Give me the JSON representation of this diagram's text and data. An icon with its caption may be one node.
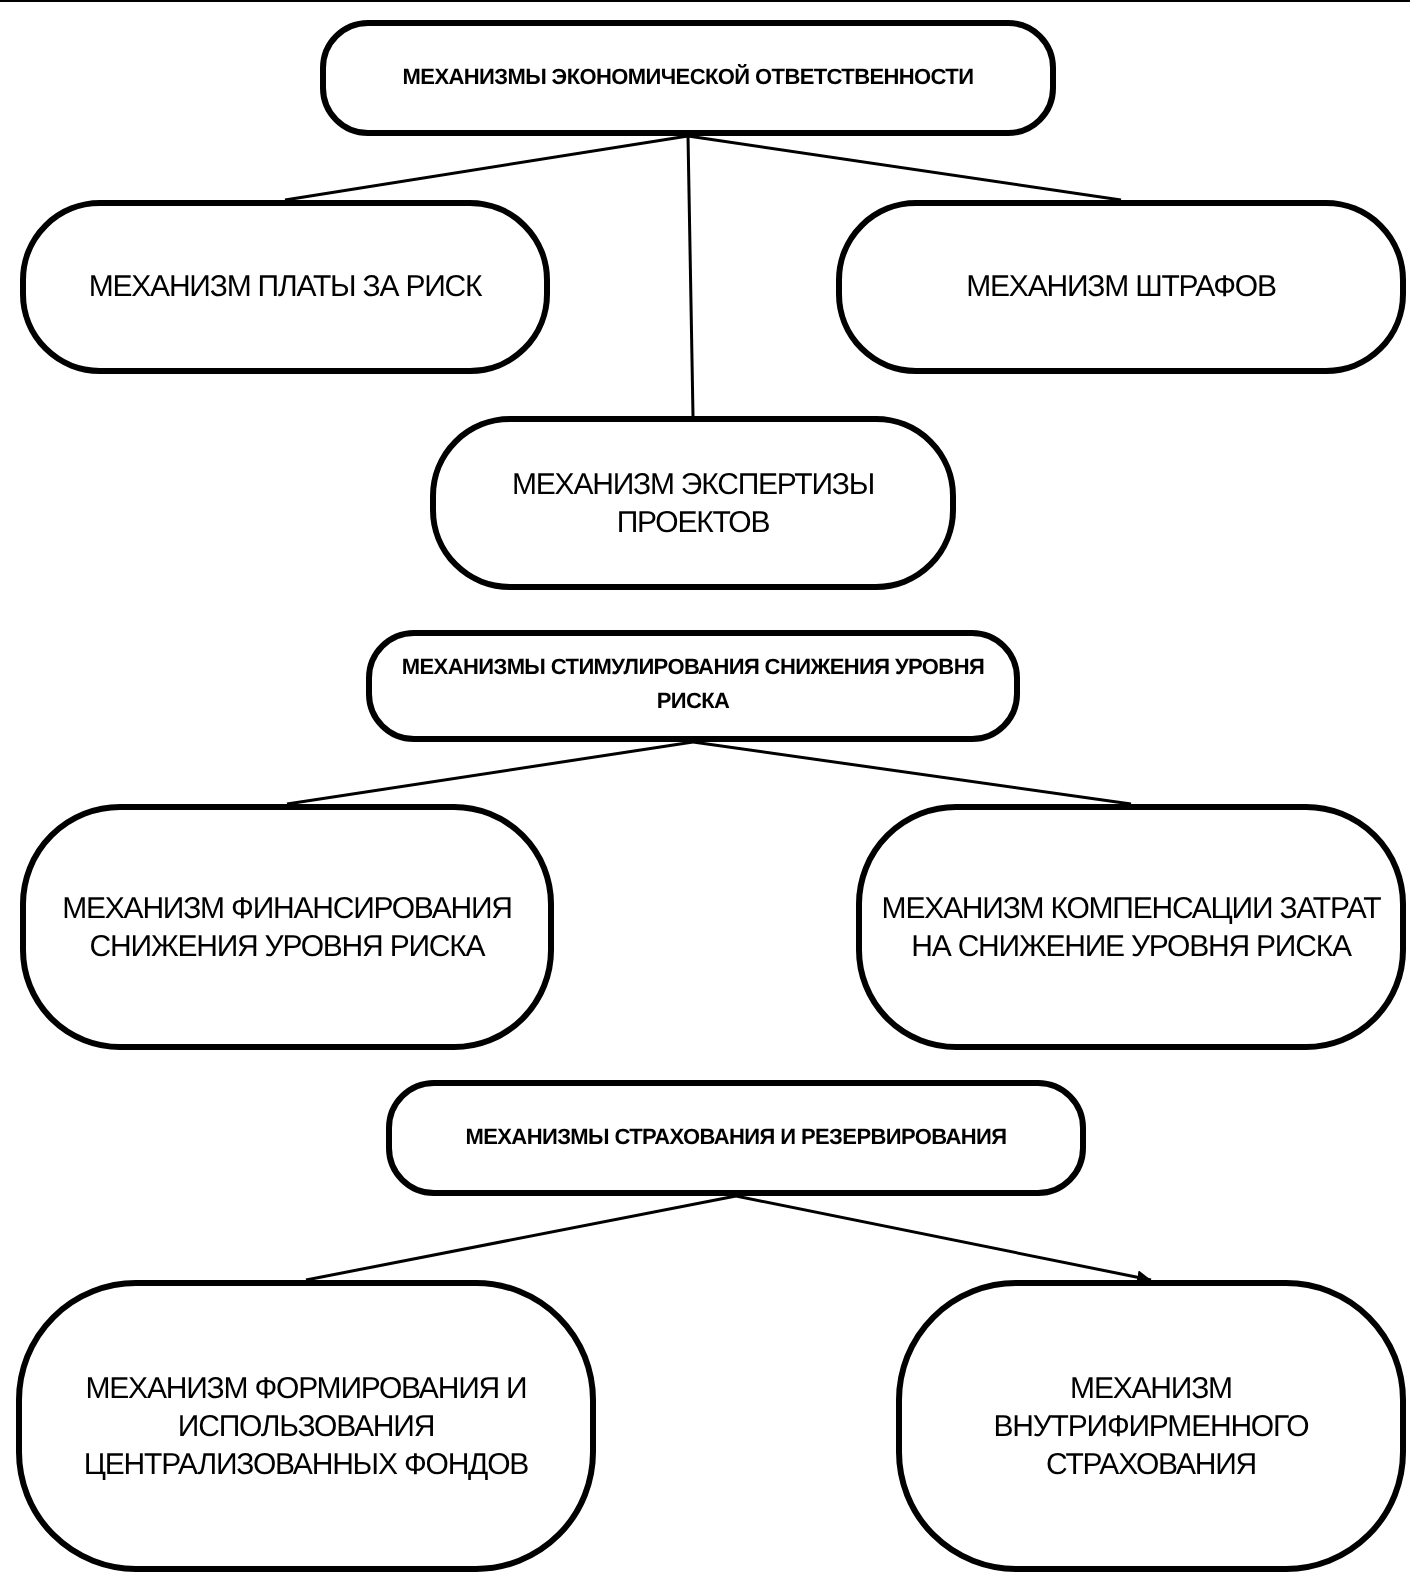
{
  "diagram": {
    "nodes": [
      {
        "text": [
          "МЕХАНИЗМЫ ЭКОНОМИЧЕСКОЙ ОТВЕТСТВЕННОСТИ"
        ]
      },
      {
        "text": [
          "МЕХАНИЗМ ПЛАТЫ ЗА РИСК"
        ]
      },
      {
        "text": [
          "МЕХАНИЗМ ШТРАФОВ"
        ]
      },
      {
        "text": [
          "МЕХАНИЗМ ЭКСПЕРТИЗЫ ПРОЕКТОВ"
        ]
      },
      {
        "text": [
          "МЕХАНИЗМЫ СТИМУЛИРОВАНИЯ СНИЖЕНИЯ УРОВНЯ РИСКА"
        ]
      },
      {
        "text": [
          "МЕХАНИЗМ ФИНАНСИРОВАНИЯ СНИЖЕНИЯ УРОВНЯ РИСКА"
        ]
      },
      {
        "text": [
          "МЕХАНИЗМ КОМПЕНСАЦИИ ЗАТРАТ НА СНИЖЕНИЕ УРОВНЯ РИСКА"
        ]
      },
      {
        "text": [
          "МЕХАНИЗМЫ СТРАХОВАНИЯ И РЕЗЕРВИРОВАНИЯ"
        ]
      },
      {
        "text": [
          "МЕХАНИЗМ ФОРМИРОВАНИЯ И ИСПОЛЬЗОВАНИЯ ЦЕНТРАЛИЗОВАННЫХ ФОНДОВ"
        ]
      },
      {
        "text": [
          "МЕХАНИЗМ ВНУТРИФИРМЕННОГО СТРАХОВАНИЯ"
        ]
      }
    ],
    "edges": [
      {
        "from": 0,
        "to": 1,
        "arrow": "none"
      },
      {
        "from": 0,
        "to": 2,
        "arrow": "none"
      },
      {
        "from": 0,
        "to": 3,
        "arrow": "none"
      },
      {
        "from": 4,
        "to": 5,
        "arrow": "none"
      },
      {
        "from": 4,
        "to": 6,
        "arrow": "none"
      },
      {
        "from": 7,
        "to": 8,
        "arrow": "none"
      },
      {
        "from": 7,
        "to": 9,
        "arrow": "to"
      }
    ]
  }
}
